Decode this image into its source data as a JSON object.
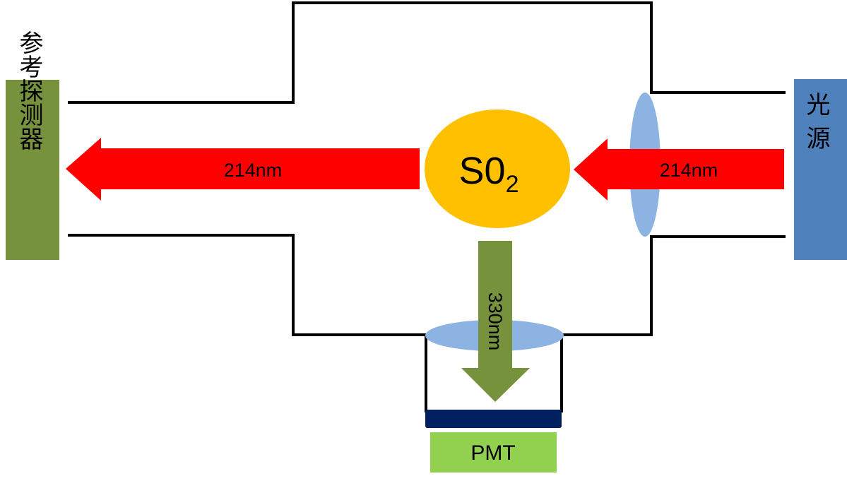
{
  "reference_detector": {
    "label": "参考探测器",
    "color": "#76923C"
  },
  "light_source": {
    "label": "光源",
    "color": "#4F81BD"
  },
  "sample": {
    "label": "S0",
    "subscript": "2",
    "color": "#FFC000"
  },
  "beam_in": {
    "label": "214nm",
    "color": "#FF0000"
  },
  "beam_out": {
    "label": "214nm",
    "color": "#FF0000"
  },
  "emission": {
    "label": "330nm",
    "color": "#76923C"
  },
  "lens_color": "#8DB3E2",
  "pmt_window_color": "#002060",
  "pmt": {
    "label": "PMT",
    "color": "#92D050"
  }
}
